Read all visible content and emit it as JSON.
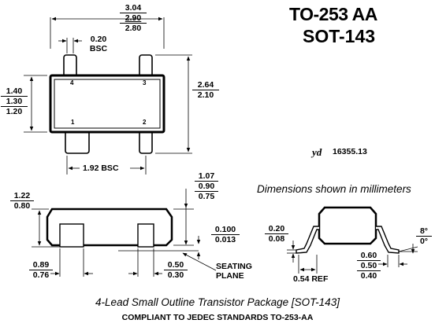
{
  "title": {
    "line1": "TO-253 AA",
    "line2": "SOT-143"
  },
  "code": {
    "initials": "yd",
    "number": "16355.13"
  },
  "note": "Dimensions shown in millimeters",
  "footer": {
    "caption": "4-Lead Small Outline Transistor Package [SOT-143]",
    "compliance": "COMPLIANT TO JEDEC STANDARDS TO-253-AA"
  },
  "pins": [
    "1",
    "2",
    "3",
    "4"
  ],
  "dimensions": {
    "overall_length": {
      "max": "3.04",
      "nom": "2.90",
      "min": "2.80"
    },
    "lead_width": {
      "value": "0.20",
      "suffix": "BSC"
    },
    "body_width": {
      "max": "1.40",
      "nom": "1.30",
      "min": "1.20"
    },
    "overall_width": {
      "max": "2.64",
      "min": "2.10"
    },
    "pitch": {
      "value": "1.92 BSC"
    },
    "height": {
      "max": "1.07",
      "nom": "0.90",
      "min": "0.75"
    },
    "lead_length_left": {
      "max": "1.22",
      "min": "0.80"
    },
    "standoff": {
      "max": "0.100",
      "min": "0.013"
    },
    "lead_wide": {
      "max": "0.89",
      "min": "0.76"
    },
    "lead_narrow": {
      "max": "0.50",
      "min": "0.30"
    },
    "seating_plane": {
      "line1": "SEATING",
      "line2": "PLANE"
    },
    "lead_thickness": {
      "max": "0.20",
      "min": "0.08"
    },
    "foot_ref": {
      "value": "0.54 REF"
    },
    "foot_length": {
      "max": "0.60",
      "nom": "0.50",
      "min": "0.40"
    },
    "angle": {
      "max": "8°",
      "min": "0°"
    }
  }
}
